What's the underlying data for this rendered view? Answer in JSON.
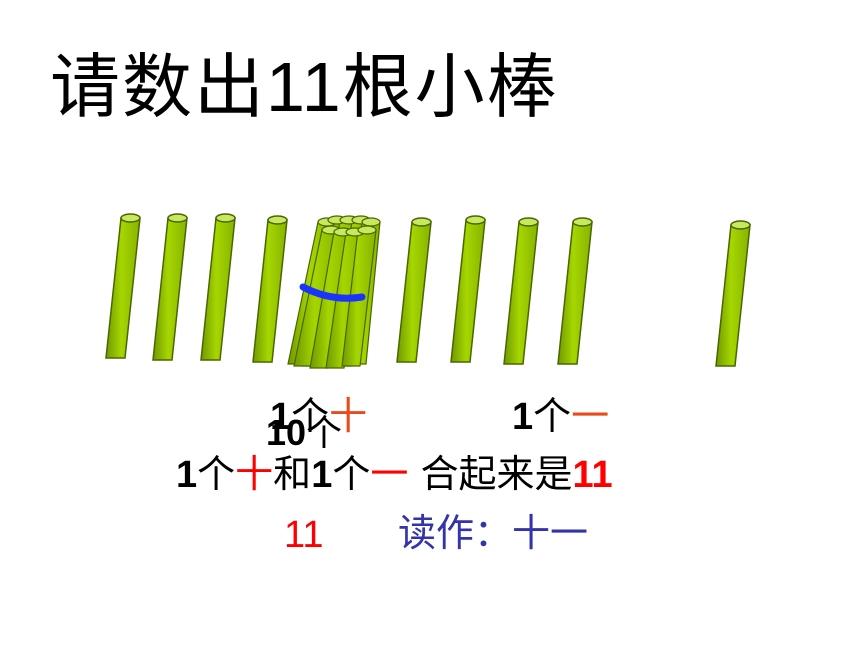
{
  "title": {
    "prefix": "请数出",
    "number": "11",
    "suffix": "根小棒"
  },
  "labels": {
    "tens_label": {
      "count": "1",
      "unit": "个",
      "word": "十"
    },
    "ten_count": {
      "count": "10",
      "unit": "个"
    },
    "ones_label": {
      "count": "1",
      "unit": "个",
      "word": "一"
    }
  },
  "sentence": {
    "c1": "1",
    "u1": "个",
    "w1": "十",
    "and": "和",
    "c2": "1",
    "u2": "个",
    "w2": "一",
    "rest": " 合起来是",
    "result": "11"
  },
  "reading": {
    "number": "11",
    "label": "读作：",
    "word": "十一"
  },
  "colors": {
    "stick": "#99cc00",
    "stick_dark": "#4a6600",
    "band": "#1a33ff",
    "red": "#ff0000",
    "orange": "#e84c1a",
    "blue": "#3333aa"
  }
}
